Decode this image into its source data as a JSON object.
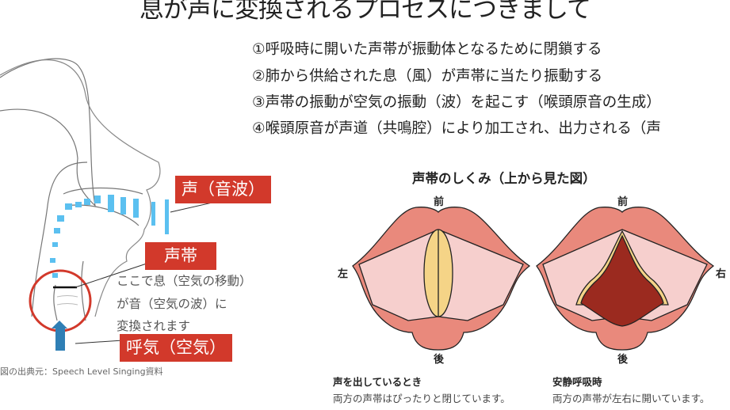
{
  "title": "息が声に変換されるプロセスにつきまして",
  "steps": [
    "①呼吸時に開いた声帯が振動体となるために閉鎖する",
    "②肺から供給された息（風）が声帯に当たり振動する",
    "③声帯の振動が空気の振動（波）を起こす（喉頭原音の生成）",
    "④喉頭原音が声道（共鳴腔）により加工され、出力される（声"
  ],
  "left_figure": {
    "label_voice": "声（音波）",
    "label_vocal_cords": "声帯",
    "note_lines": [
      "ここで息（空気の移動）",
      "が音（空気の波）に",
      "変換されます"
    ],
    "label_breath": "呼気（空気）",
    "credit": "図の出典元：Speech Level Singing資料"
  },
  "right_figure": {
    "heading": "声帯のしくみ（上から見た図）",
    "front": "前",
    "back": "後",
    "left": "左",
    "right": "右",
    "voicing_title": "声を出しているとき",
    "voicing_desc": "両方の声帯はぴったりと閉じています。",
    "breathing_title": "安静呼吸時",
    "breathing_desc": "両方の声帯が左右に開いています。"
  },
  "colors": {
    "tag": "#d2392b",
    "wave": "#5bc0f0",
    "arrow": "#2f7fb5",
    "tissue": "#e9897c",
    "inner": "#f6cfcd",
    "cord": "#f5d487",
    "glottis": "#9b2a1f"
  }
}
